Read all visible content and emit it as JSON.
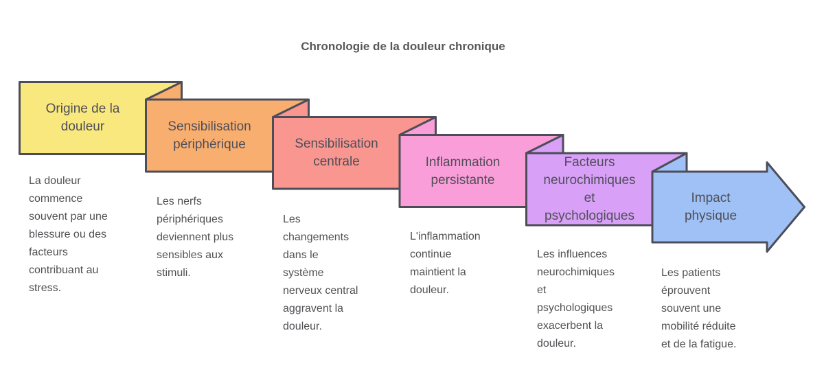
{
  "title": "Chronologie de la douleur chronique",
  "colors": {
    "background": "#ffffff",
    "border": "#4d4d59",
    "title_text": "#58585a",
    "label_text": "#4e4e58",
    "description_text": "#515155"
  },
  "stages": [
    {
      "label": "Origine de la\ndouleur",
      "description": "La douleur\ncommence\nsouvent par une\nblessure ou des\nfacteurs\ncontribuant au\nstress.",
      "color": "#f9e87d"
    },
    {
      "label": "Sensibilisation\npériphérique",
      "description": "Les nerfs\npériphériques\ndeviennent plus\nsensibles aux\nstimuli.",
      "color": "#f8ae6f"
    },
    {
      "label": "Sensibilisation\ncentrale",
      "description": "Les\nchangements\ndans le\nsystème\nnerveux central\naggravent la\ndouleur.",
      "color": "#f9968f"
    },
    {
      "label": "Inflammation\npersistante",
      "description": "L'inflammation\ncontinue\nmaintient la\ndouleur.",
      "color": "#fa9ed9"
    },
    {
      "label": "Facteurs\nneurochimiques\net\npsychologiques",
      "description": "Les influences\nneurochimiques\net\npsychologiques\nexacerbent la\ndouleur.",
      "color": "#d8a0f7"
    },
    {
      "label": "Impact\nphysique",
      "description": "Les patients\néprouvent\nsouvent une\nmobilité réduite\net de la fatigue.",
      "color": "#9fc1f5"
    }
  ]
}
